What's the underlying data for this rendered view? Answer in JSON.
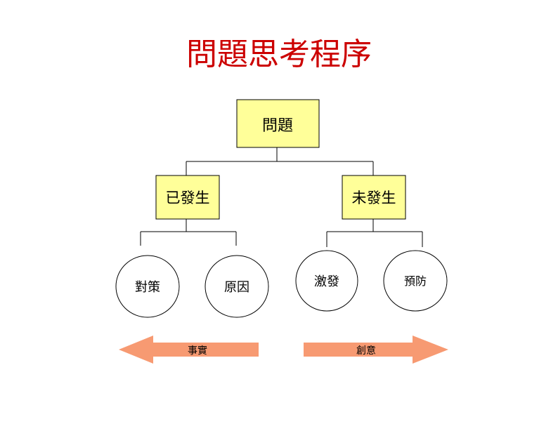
{
  "title": "問題思考程序",
  "colors": {
    "title": "#cc0000",
    "box_fill": "#ffff99",
    "box_stroke": "#000000",
    "arrow_fill": "#f79a72",
    "line": "#000000"
  },
  "nodes": {
    "root": "問題",
    "left_branch": "已發生",
    "right_branch": "未發生",
    "leaf_1": "對策",
    "leaf_2": "原因",
    "leaf_3": "激發",
    "leaf_4": "預防"
  },
  "arrows": {
    "left_label": "事實",
    "left_direction": "left",
    "right_label": "創意",
    "right_direction": "right"
  }
}
